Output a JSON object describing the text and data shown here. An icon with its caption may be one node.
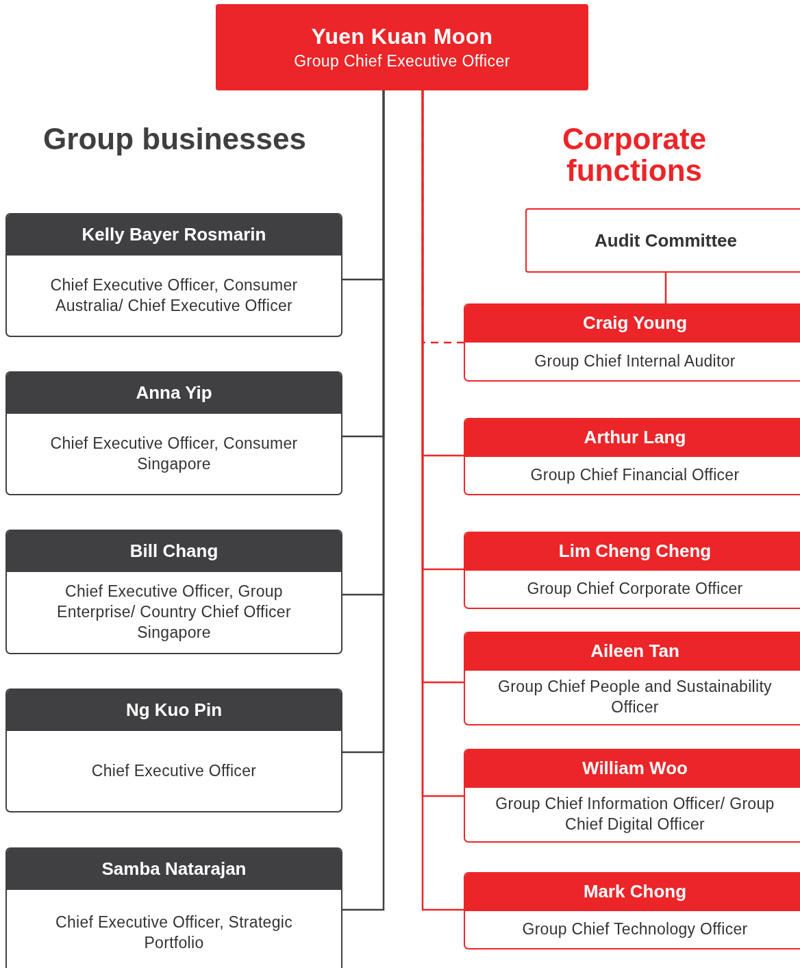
{
  "diagram": {
    "nodes": [
      {
        "text": [
          "Yuen Kuan Moon",
          "Group Chief Executive Officer"
        ]
      },
      {
        "text": [
          "Kelly Bayer Rosmarin",
          "Chief Executive Officer, Consumer Australia/ Chief Executive Officer"
        ]
      },
      {
        "text": [
          "Anna Yip",
          "Chief Executive Officer, Consumer Singapore"
        ]
      },
      {
        "text": [
          "Bill Chang",
          "Chief Executive Officer, Group Enterprise/ Country Chief Officer Singapore"
        ]
      },
      {
        "text": [
          "Ng Kuo Pin",
          "Chief Executive Officer"
        ]
      },
      {
        "text": [
          "Samba Natarajan",
          "Chief Executive Officer, Strategic Portfolio"
        ]
      },
      {
        "text": [
          "Audit Committee"
        ]
      },
      {
        "text": [
          "Craig Young",
          "Group Chief Internal Auditor"
        ]
      },
      {
        "text": [
          "Arthur Lang",
          "Group Chief Financial Officer"
        ]
      },
      {
        "text": [
          "Lim Cheng Cheng",
          "Group Chief Corporate Officer"
        ]
      },
      {
        "text": [
          "Aileen Tan",
          "Group Chief People and Sustainability Officer"
        ]
      },
      {
        "text": [
          "William Woo",
          "Group Chief Information Officer/ Group Chief Digital Officer"
        ]
      },
      {
        "text": [
          "Mark Chong",
          "Group Chief Technology Officer"
        ]
      }
    ],
    "edges": [
      {
        "from": 0,
        "to": 1,
        "arrow": "none",
        "color": "#3f3f42"
      },
      {
        "from": 0,
        "to": 2,
        "arrow": "none",
        "color": "#3f3f42"
      },
      {
        "from": 0,
        "to": 3,
        "arrow": "none",
        "color": "#3f3f42"
      },
      {
        "from": 0,
        "to": 4,
        "arrow": "none",
        "color": "#3f3f42"
      },
      {
        "from": 0,
        "to": 5,
        "arrow": "none",
        "color": "#3f3f42"
      },
      {
        "from": 6,
        "to": 7,
        "arrow": "none"
      },
      {
        "from": 0,
        "to": 7,
        "arrow": "none",
        "style": "dashed"
      },
      {
        "from": 0,
        "to": 8,
        "arrow": "none"
      },
      {
        "from": 0,
        "to": 9,
        "arrow": "none"
      },
      {
        "from": 0,
        "to": 10,
        "arrow": "none"
      },
      {
        "from": 0,
        "to": 11,
        "arrow": "none"
      },
      {
        "from": 0,
        "to": 12,
        "arrow": "none"
      }
    ],
    "labels": [
      "Group businesses",
      "Corporate functions"
    ]
  }
}
